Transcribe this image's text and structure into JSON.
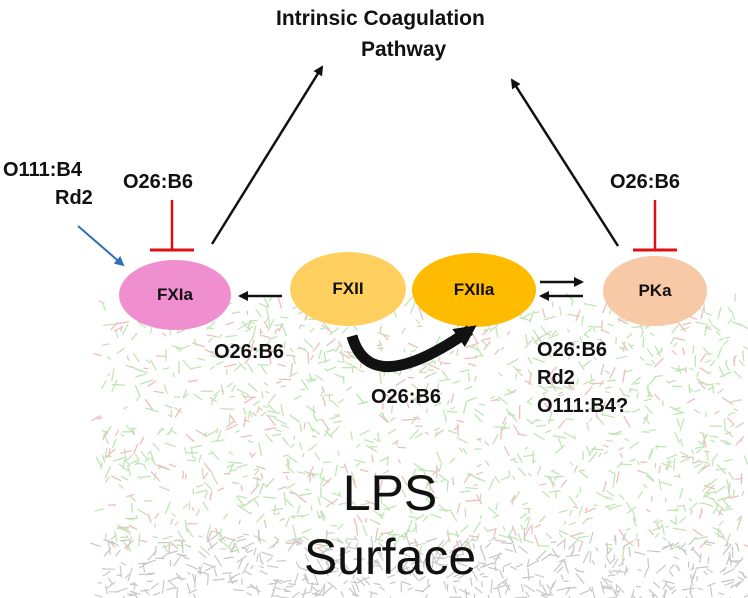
{
  "title": {
    "line1": "Intrinsic Coagulation",
    "line2": "Pathway"
  },
  "nodes": {
    "fxia": {
      "label": "FXIa",
      "color": "#f08fcf"
    },
    "fxii": {
      "label": "FXII",
      "color": "#ffd060"
    },
    "fxiia": {
      "label": "FXIIa",
      "color": "#ffbb00"
    },
    "pka": {
      "label": "PKa",
      "color": "#f7c9a6"
    }
  },
  "labels": {
    "o111_left_line1": "O111:B4",
    "o111_left_line2": "Rd2",
    "o26_inhibit_left": "O26:B6",
    "o26_inhibit_right": "O26:B6",
    "o26_fxia_activation": "O26:B6",
    "o26_autoactivation": "O26:B6",
    "pka_line1": "O26:B6",
    "pka_line2": "Rd2",
    "pka_line3": "O111:B4?"
  },
  "surface": {
    "line1": "LPS",
    "line2": "Surface"
  },
  "colors": {
    "inhibit": "#dd1111",
    "activate": "#2e6fb5",
    "arrow": "#111111",
    "lps_green": "#8fd07a",
    "lps_red": "#e08a8a",
    "lps_grey": "#9a9a9a"
  }
}
